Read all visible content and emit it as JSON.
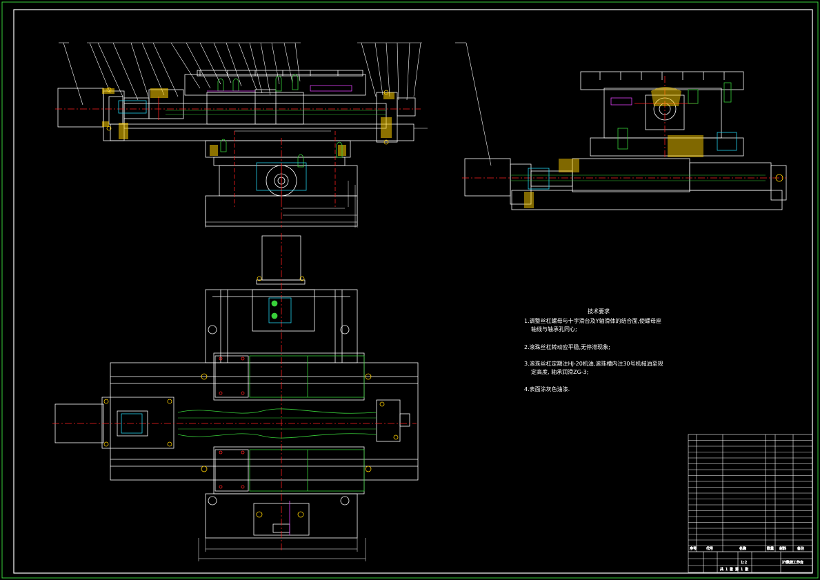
{
  "drawing": {
    "tech_requirements": {
      "title": "技术要求",
      "items": [
        "1.调整丝杠螺母与十字滑台及Y轴滑体的结合面,使螺母座",
        "轴线与轴承孔同心;",
        "2.滚珠丝杠转动应平稳,无停滞现象;",
        "3.滚珠丝杠定期注HJ-20机油,滚珠槽内注30号机械油至规",
        "定高度, 轴承润滑ZG-3;",
        "4.表面涂灰色油漆."
      ]
    },
    "title_block": {
      "name": "XY数控工作台",
      "scale": "1:2",
      "sheet_info": "共 1 张  第 1 张",
      "col_headers": [
        "序号",
        "代号",
        "名称",
        "数量",
        "材料",
        "备注"
      ]
    },
    "colors": {
      "background": "#000000",
      "outline": "#ffffff",
      "centerline": "#ff2020",
      "hatch": "#ffd000",
      "thread": "#39d13a",
      "frame": "#39d13a",
      "cyan": "#22d3ee",
      "magenta": "#e040fb"
    }
  }
}
